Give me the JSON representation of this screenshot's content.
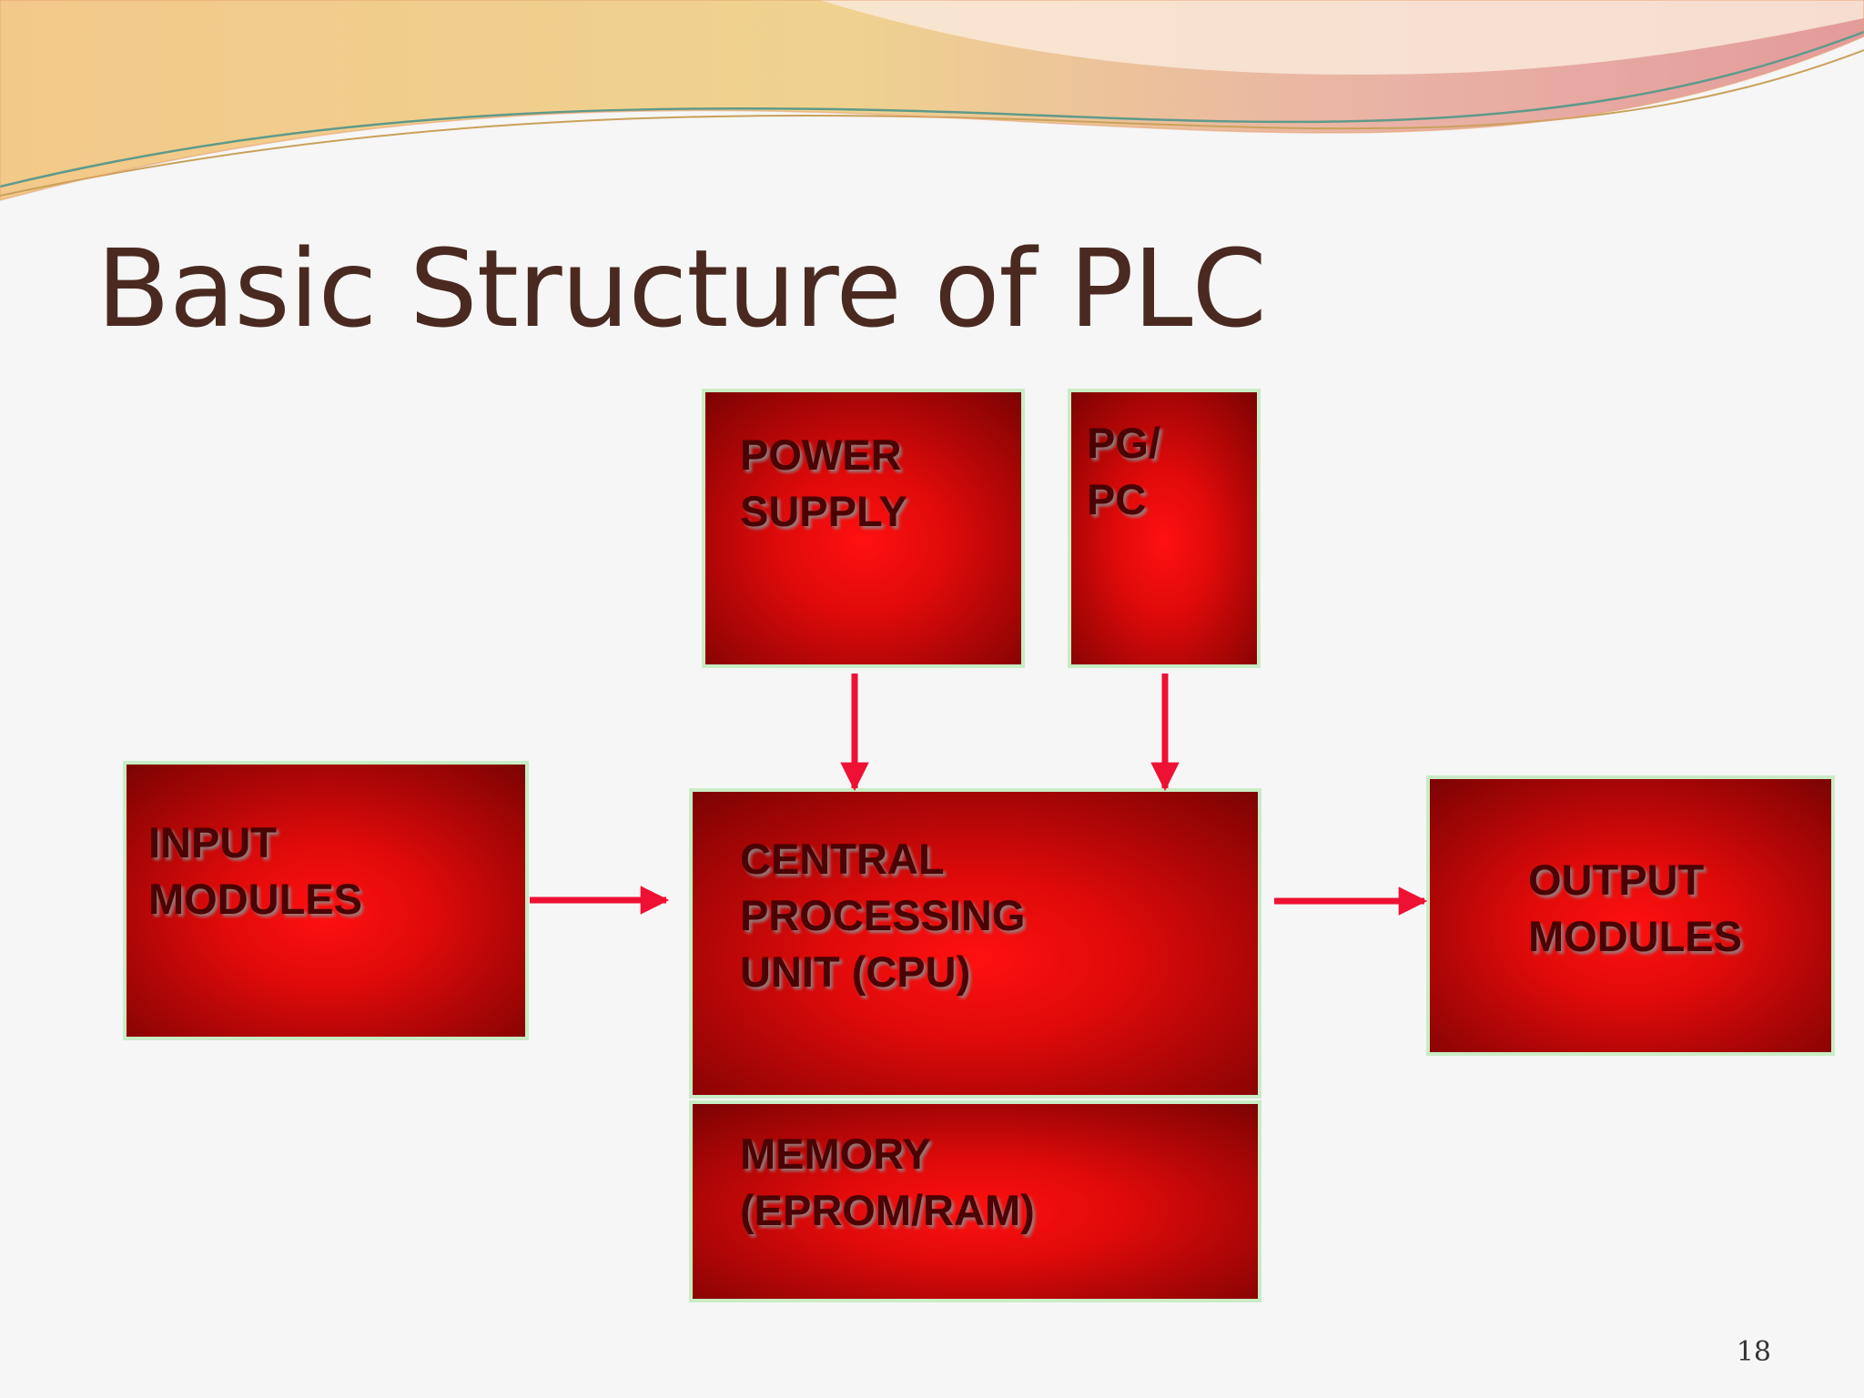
{
  "slide": {
    "title": "Basic Structure of PLC",
    "page_number": "18"
  },
  "diagram": {
    "blocks": {
      "power_supply": "POWER\nSUPPLY",
      "pg_pc": "PG/\nPC",
      "input_modules": "INPUT\nMODULES",
      "cpu": "CENTRAL\nPROCESSING\nUNIT (CPU)",
      "output_modules": "OUTPUT\nMODULES",
      "memory": "MEMORY\n(EPROM/RAM)"
    },
    "connections": [
      {
        "from": "power_supply",
        "to": "cpu"
      },
      {
        "from": "pg_pc",
        "to": "cpu"
      },
      {
        "from": "input_modules",
        "to": "cpu"
      },
      {
        "from": "cpu",
        "to": "output_modules"
      }
    ]
  },
  "colors": {
    "block_fill": "#ff1010",
    "block_border": "#c9ecc5",
    "arrow": "#ee1133",
    "title_text": "#4a2a20"
  }
}
